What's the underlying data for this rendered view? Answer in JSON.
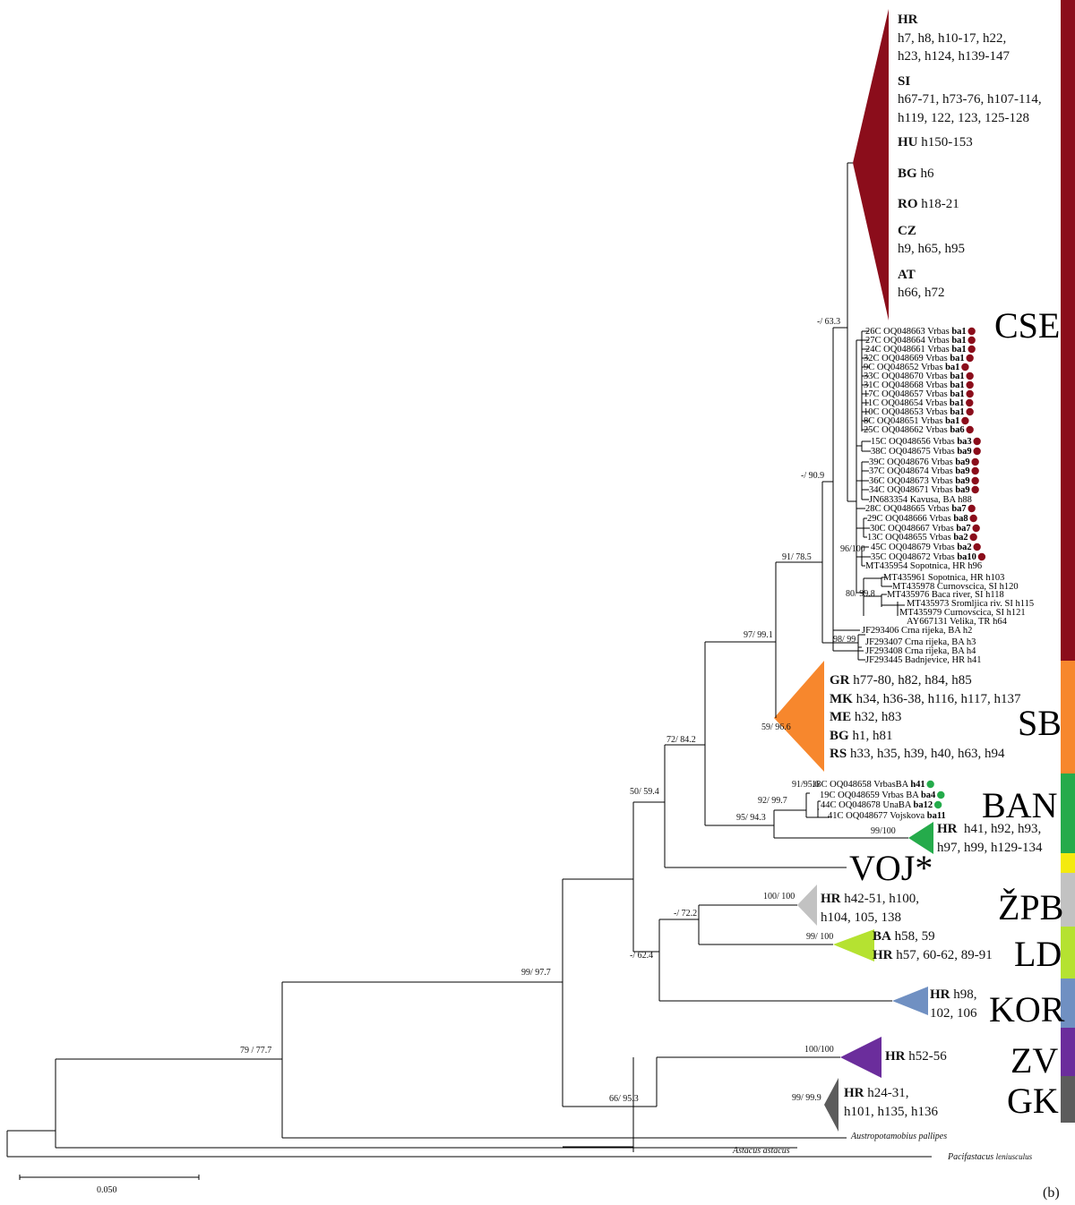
{
  "scale_bar": {
    "label": "0.050"
  },
  "panel_label": "(b)",
  "colors": {
    "CSE": "#8b0d1b",
    "SB": "#f7872d",
    "BAN": "#25ab4b",
    "VOJ": "#f4ea0e",
    "ZPB": "#c2c2c2",
    "LD": "#b5e231",
    "KOR": "#7090c2",
    "ZV": "#6b2d9c",
    "GK": "#5c5c5c"
  },
  "groups": {
    "CSE": "CSE",
    "SB": "SB",
    "BAN": "BAN",
    "VOJ": "VOJ*",
    "ZPB": "ŽPB",
    "LD": "LD",
    "KOR": "KOR",
    "ZV": "ZV",
    "GK": "GK"
  },
  "support": {
    "s_9977": "99/ 97.7",
    "s_7977": "79 / 77.7",
    "s_5059": "50/ 59.4",
    "s_6695": "66/ 95.3",
    "s_6242": "-/ 62.4",
    "s_7284": "72/ 84.2",
    "s_9799": "97/ 99.1",
    "s_9178": "91/ 78.5",
    "s_5996": "59/ 96.6",
    "s_9590": "-/ 90.9",
    "s_6363": "-/ 63.3",
    "s_9899": "98/ 99",
    "s_96100": "96/100",
    "s_8099": "80/ 99.8",
    "s_9594": "95/ 94.3",
    "s_9299": "92/ 99.7",
    "s_9195": "91/95.6",
    "s_99100a": "99/100",
    "s_100a": "100/ 100",
    "s_7272": "-/ 72.2",
    "s_99100b": "99/ 100",
    "s_100b": "100/100",
    "s_9999": "99/ 99.9"
  },
  "collapsed": {
    "CSE": [
      {
        "c": "HR",
        "lines": [
          "h7, h8, h10-17, h22,",
          "h23, h124, h139-147"
        ]
      },
      {
        "c": "SI",
        "lines": [
          "h67-71, h73-76, h107-114,",
          "h119, 122, 123, 125-128"
        ]
      },
      {
        "c": "HU",
        "text": "h150-153"
      },
      {
        "c": "BG",
        "text": "h6"
      },
      {
        "c": "RO",
        "text": "h18-21"
      },
      {
        "c": "CZ",
        "lines": [
          "h9, h65, h95"
        ]
      },
      {
        "c": "AT",
        "lines": [
          "h66, h72"
        ]
      }
    ],
    "SB": [
      {
        "c": "GR",
        "text": "h77-80, h82, h84, h85"
      },
      {
        "c": "MK",
        "text": "h34, h36-38, h116, h117, h137"
      },
      {
        "c": "ME",
        "text": "h32, h83"
      },
      {
        "c": "BG",
        "text": "h1, h81"
      },
      {
        "c": "RS",
        "text": "h33, h35, h39, h40, h63, h94"
      }
    ],
    "BAN": {
      "c": "HR",
      "t1": "h41, h92, h93,",
      "t2": "h97, h99, h129-134"
    },
    "ZPB": {
      "c": "HR",
      "t1": "h42-51, h100,",
      "t2": "h104, 105, 138"
    },
    "LD": [
      {
        "c": "BA",
        "text": "h58, 59"
      },
      {
        "c": "HR",
        "text": "h57, 60-62, 89-91"
      }
    ],
    "KOR": {
      "c": "HR",
      "t1": "h98,",
      "t2": "102, 106"
    },
    "ZV": {
      "c": "HR",
      "text": "h52-56"
    },
    "GK": {
      "c": "HR",
      "t1": "h24-31,",
      "t2": "h101, h135, h136"
    }
  },
  "leaves": [
    {
      "id": "26C",
      "acc": "OQ048663",
      "loc": "Vrbas",
      "hap": "ba1",
      "dot": "CSE"
    },
    {
      "id": "27C",
      "acc": "OQ048664",
      "loc": "Vrbas",
      "hap": "ba1",
      "dot": "CSE"
    },
    {
      "id": "24C",
      "acc": "OQ048661",
      "loc": "Vrbas",
      "hap": "ba1",
      "dot": "CSE"
    },
    {
      "id": "32C",
      "acc": "OQ048669",
      "loc": "Vrbas",
      "hap": "ba1",
      "dot": "CSE"
    },
    {
      "id": "9C",
      "acc": "OQ048652",
      "loc": "Vrbas",
      "hap": "ba1",
      "dot": "CSE"
    },
    {
      "id": "33C",
      "acc": "OQ048670",
      "loc": "Vrbas",
      "hap": "ba1",
      "dot": "CSE"
    },
    {
      "id": "31C",
      "acc": "OQ048668",
      "loc": "Vrbas",
      "hap": "ba1",
      "dot": "CSE"
    },
    {
      "id": "17C",
      "acc": "OQ048657",
      "loc": "Vrbas",
      "hap": "ba1",
      "dot": "CSE"
    },
    {
      "id": "11C",
      "acc": "OQ048654",
      "loc": "Vrbas",
      "hap": "ba1",
      "dot": "CSE"
    },
    {
      "id": "10C",
      "acc": "OQ048653",
      "loc": "Vrbas",
      "hap": "ba1",
      "dot": "CSE"
    },
    {
      "id": "8C",
      "acc": "OQ048651",
      "loc": "Vrbas",
      "hap": "ba1",
      "dot": "CSE"
    },
    {
      "id": "25C",
      "acc": "OQ048662",
      "loc": "Vrbas",
      "hap": "ba6",
      "dot": "CSE"
    },
    {
      "id": "15C",
      "acc": "OQ048656",
      "loc": "Vrbas",
      "hap": "ba3",
      "dot": "CSE"
    },
    {
      "id": "38C",
      "acc": "OQ048675",
      "loc": "Vrbas",
      "hap": "ba9",
      "dot": "CSE"
    },
    {
      "id": "39C",
      "acc": "OQ048676",
      "loc": "Vrbas",
      "hap": "ba9",
      "dot": "CSE"
    },
    {
      "id": "37C",
      "acc": "OQ048674",
      "loc": "Vrbas",
      "hap": "ba9",
      "dot": "CSE"
    },
    {
      "id": "36C",
      "acc": "OQ048673",
      "loc": "Vrbas",
      "hap": "ba9",
      "dot": "CSE"
    },
    {
      "id": "34C",
      "acc": "OQ048671",
      "loc": "Vrbas",
      "hap": "ba9",
      "dot": "CSE"
    },
    {
      "text": "JN683354 Kavusa, BA h88"
    },
    {
      "id": "28C",
      "acc": "OQ048665",
      "loc": "Vrbas",
      "hap": "ba7",
      "dot": "CSE"
    },
    {
      "id": "29C",
      "acc": "OQ048666",
      "loc": "Vrbas",
      "hap": "ba8",
      "dot": "CSE"
    },
    {
      "id": "30C",
      "acc": "OQ048667",
      "loc": "Vrbas",
      "hap": "ba7",
      "dot": "CSE"
    },
    {
      "id": "13C",
      "acc": "OQ048655",
      "loc": "Vrbas",
      "hap": "ba2",
      "dot": "CSE"
    },
    {
      "id": "45C",
      "acc": "OQ048679",
      "loc": "Vrbas",
      "hap": "ba2",
      "dot": "CSE"
    },
    {
      "id": "35C",
      "acc": "OQ048672",
      "loc": "Vrbas",
      "hap": "ba10",
      "dot": "CSE"
    },
    {
      "text": "MT435954 Sopotnica, HR h96"
    },
    {
      "text": "MT435961 Sopotnica, HR h103"
    },
    {
      "text": "MT435978 Curnovscica, SI h120"
    },
    {
      "text": "MT435976 Baca river, SI h118"
    },
    {
      "text": "MT435973 Sromljica riv. SI h115"
    },
    {
      "text": "MT435979 Curnovscica, SI h121"
    },
    {
      "text": "AY667131 Velika, TR h64"
    },
    {
      "text": "JF293406 Crna rijeka, BA h2"
    },
    {
      "text": "JF293407 Crna rijeka, BA h3"
    },
    {
      "text": "JF293408 Crna rijeka, BA h4"
    },
    {
      "text": "JF293445 Badnjevice, HR h41"
    },
    {
      "id": "18C",
      "acc": "OQ048658",
      "loc": "VrbasBA",
      "hap": "h41",
      "dot": "BAN"
    },
    {
      "id": "19C",
      "acc": "OQ048659",
      "loc": "Vrbas BA",
      "hap": "ba4",
      "dot": "BAN"
    },
    {
      "id": "44C",
      "acc": "OQ048678",
      "loc": "UnaBA",
      "hap": "ba12",
      "dot": "BAN"
    },
    {
      "id": "41C",
      "acc": "OQ048677",
      "loc": "Vojskova",
      "hap": "ba11"
    }
  ],
  "outgroups": {
    "ap": "Austropotamobius pallipes",
    "aa": "Astacus astacus",
    "pl1": "Pacifastacus",
    "pl2": "leniusculus"
  }
}
